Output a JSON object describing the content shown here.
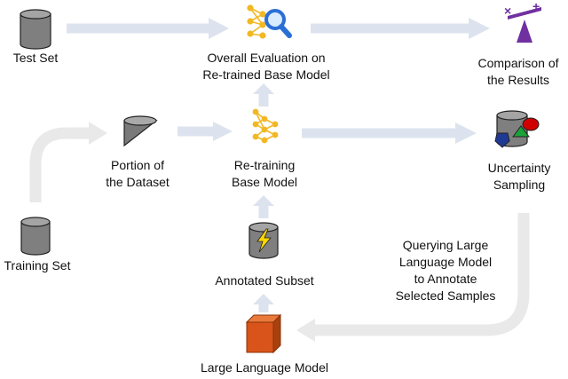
{
  "colors": {
    "arrow": "#dde3ee",
    "arrow_light": "#e9e9e9",
    "cylinder": "#7f7f7f",
    "network": "#f2b824",
    "magnifier": "#2b6fd6",
    "scale": "#7030a0",
    "llm_box": "#d9541a",
    "lightning": "#ffd800",
    "shape_red": "#d00000",
    "shape_green": "#1aa33a",
    "shape_navy": "#1f3a93"
  },
  "nodes": {
    "test_set": {
      "label": "Test Set",
      "icon": "database-icon"
    },
    "overall_eval": {
      "label": "Overall Evaluation on\nRe-trained Base Model",
      "icon": "network-magnifier-icon"
    },
    "comparison": {
      "label": "Comparison of\nthe Results",
      "icon": "balance-scale-icon"
    },
    "portion": {
      "label": "Portion of\nthe Dataset",
      "icon": "cone-slice-icon"
    },
    "retraining": {
      "label": "Re-training\nBase Model",
      "icon": "neural-network-icon"
    },
    "uncertainty": {
      "label": "Uncertainty\nSampling",
      "icon": "database-shapes-icon"
    },
    "training_set": {
      "label": "Training Set",
      "icon": "database-icon"
    },
    "annotated": {
      "label": "Annotated Subset",
      "icon": "database-lightning-icon"
    },
    "querying": {
      "label": "Querying Large\nLanguage Model\nto Annotate\nSelected Samples"
    },
    "llm": {
      "label": "Large Language Model",
      "icon": "cube-icon"
    }
  }
}
